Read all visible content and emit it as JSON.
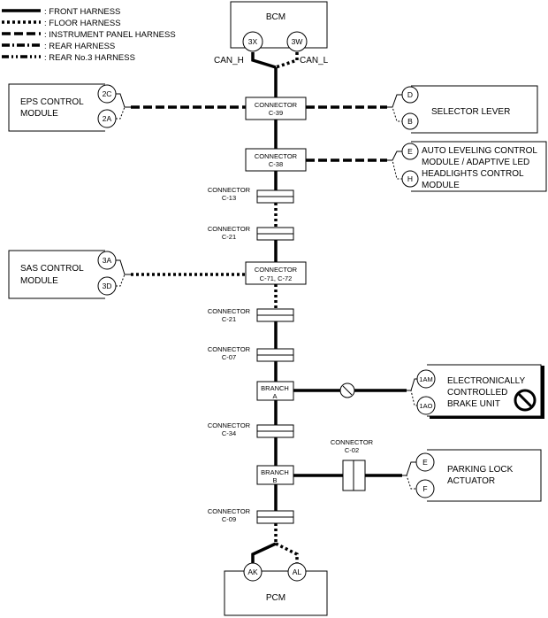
{
  "legend": [
    {
      "style": "front",
      "label": ": FRONT HARNESS"
    },
    {
      "style": "floor",
      "label": ": FLOOR HARNESS"
    },
    {
      "style": "ip",
      "label": ": INSTRUMENT PANEL HARNESS"
    },
    {
      "style": "rear",
      "label": ": REAR HARNESS"
    },
    {
      "style": "rear3",
      "label": ": REAR No.3 HARNESS"
    }
  ],
  "bcm": {
    "name": "BCM",
    "pin_left": "3X",
    "pin_right": "3W",
    "can_h": "CAN_H",
    "can_l": "CAN_L"
  },
  "eps": {
    "line1": "EPS CONTROL",
    "line2": "MODULE",
    "pin_top": "2C",
    "pin_bottom": "2A"
  },
  "selector": {
    "name": "SELECTOR LEVER",
    "pin_top": "D",
    "pin_bottom": "B"
  },
  "auto_level": {
    "line1": "AUTO LEVELING CONTROL",
    "line2": "MODULE / ADAPTIVE LED",
    "line3": "HEADLIGHTS CONTROL",
    "line4": "MODULE",
    "pin_top": "E",
    "pin_bottom": "H"
  },
  "sas": {
    "line1": "SAS CONTROL",
    "line2": "MODULE",
    "pin_top": "3A",
    "pin_bottom": "3D"
  },
  "ebcu": {
    "line1": "ELECTRONICALLY",
    "line2": "CONTROLLED",
    "line3": "BRAKE UNIT",
    "pin_top": "1AM",
    "pin_bottom": "1AO"
  },
  "parking": {
    "line1": "PARKING LOCK",
    "line2": "ACTUATOR",
    "pin_top": "E",
    "pin_bottom": "F"
  },
  "pcm": {
    "name": "PCM",
    "pin_left": "AK",
    "pin_right": "AL"
  },
  "connectors": {
    "c39": {
      "l1": "CONNECTOR",
      "l2": "C-39"
    },
    "c38": {
      "l1": "CONNECTOR",
      "l2": "C-38"
    },
    "c13": {
      "l1": "CONNECTOR",
      "l2": "C-13"
    },
    "c21a": {
      "l1": "CONNECTOR",
      "l2": "C-21"
    },
    "c71": {
      "l1": "CONNECTOR",
      "l2": "C-71, C-72"
    },
    "c21b": {
      "l1": "CONNECTOR",
      "l2": "C-21"
    },
    "c07": {
      "l1": "CONNECTOR",
      "l2": "C-07"
    },
    "c34": {
      "l1": "CONNECTOR",
      "l2": "C-34"
    },
    "c09": {
      "l1": "CONNECTOR",
      "l2": "C-09"
    },
    "c02": {
      "l1": "CONNECTOR",
      "l2": "C-02"
    }
  },
  "branches": {
    "a": {
      "l1": "BRANCH",
      "l2": "A"
    },
    "b": {
      "l1": "BRANCH",
      "l2": "B"
    }
  }
}
